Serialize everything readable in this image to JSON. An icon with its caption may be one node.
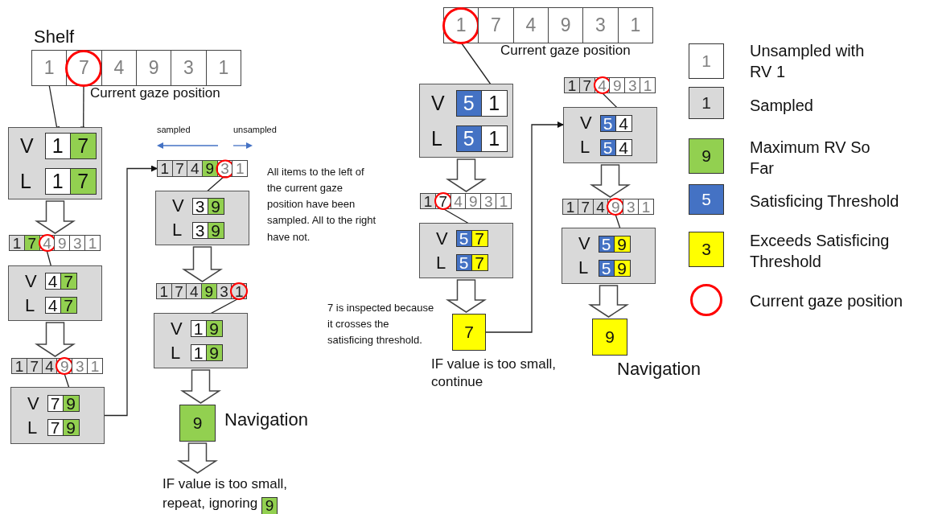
{
  "diagram": {
    "nodes": [
      {
        "text": [],
        "shape": "box"
      },
      {
        "text": [
          "1"
        ],
        "in": 0
      },
      {
        "text": [
          "7"
        ],
        "in": 0
      },
      {
        "text": [
          "4"
        ],
        "in": 0
      },
      {
        "text": [
          "9"
        ],
        "in": 0
      },
      {
        "text": [
          "3"
        ],
        "in": 0
      },
      {
        "text": [
          "1"
        ],
        "in": 0
      },
      {
        "text": [
          "V",
          "L"
        ]
      },
      {
        "text": [
          "1"
        ],
        "in": 7
      },
      {
        "text": [
          "7"
        ],
        "in": 7
      },
      {
        "text": [
          "1"
        ],
        "in": 7
      },
      {
        "text": [
          "7"
        ],
        "in": 7
      },
      {
        "text": [],
        "shape": "box"
      },
      {
        "text": [
          "1"
        ],
        "in": 12
      },
      {
        "text": [
          "7"
        ],
        "in": 12
      },
      {
        "text": [
          "4"
        ],
        "in": 12
      },
      {
        "text": [
          "9"
        ],
        "in": 12
      },
      {
        "text": [
          "3"
        ],
        "in": 12
      },
      {
        "text": [
          "1"
        ],
        "in": 12
      },
      {
        "text": [
          "V",
          "L"
        ]
      },
      {
        "text": [
          "4"
        ],
        "in": 19
      },
      {
        "text": [
          "7"
        ],
        "in": 19
      },
      {
        "text": [
          "4"
        ],
        "in": 19
      },
      {
        "text": [
          "7"
        ],
        "in": 19
      },
      {
        "text": [],
        "shape": "box"
      },
      {
        "text": [
          "1"
        ],
        "in": 24
      },
      {
        "text": [
          "7"
        ],
        "in": 24
      },
      {
        "text": [
          "4"
        ],
        "in": 24
      },
      {
        "text": [
          "9"
        ],
        "in": 24
      },
      {
        "text": [
          "3"
        ],
        "in": 24
      },
      {
        "text": [
          "1"
        ],
        "in": 24
      },
      {
        "text": [
          "V",
          "L"
        ]
      },
      {
        "text": [
          "7"
        ],
        "in": 31
      },
      {
        "text": [
          "9"
        ],
        "in": 31
      },
      {
        "text": [
          "7"
        ],
        "in": 31
      },
      {
        "text": [
          "9"
        ],
        "in": 31
      },
      {
        "text": [],
        "shape": "box"
      },
      {
        "text": [
          "1"
        ],
        "in": 36
      },
      {
        "text": [
          "7"
        ],
        "in": 36
      },
      {
        "text": [
          "4"
        ],
        "in": 36
      },
      {
        "text": [
          "9"
        ],
        "in": 36
      },
      {
        "text": [
          "3"
        ],
        "in": 36
      },
      {
        "text": [
          "1"
        ],
        "in": 36
      },
      {
        "text": [
          "V",
          "L"
        ]
      },
      {
        "text": [
          "3"
        ],
        "in": 43
      },
      {
        "text": [
          "9"
        ],
        "in": 43
      },
      {
        "text": [
          "3"
        ],
        "in": 43
      },
      {
        "text": [
          "9"
        ],
        "in": 43
      },
      {
        "text": [],
        "shape": "box"
      },
      {
        "text": [
          "1"
        ],
        "in": 48
      },
      {
        "text": [
          "7"
        ],
        "in": 48
      },
      {
        "text": [
          "4"
        ],
        "in": 48
      },
      {
        "text": [
          "9"
        ],
        "in": 48
      },
      {
        "text": [
          "3"
        ],
        "in": 48
      },
      {
        "text": [
          "1"
        ],
        "in": 48
      },
      {
        "text": [
          "V",
          "L"
        ]
      },
      {
        "text": [
          "1"
        ],
        "in": 55
      },
      {
        "text": [
          "9"
        ],
        "in": 55
      },
      {
        "text": [
          "1"
        ],
        "in": 55
      },
      {
        "text": [
          "9"
        ],
        "in": 55
      },
      {
        "text": [
          "9"
        ],
        "beside": [
          "Navigation"
        ]
      },
      {
        "text": [
          "IF value is too small, repeat, ignoring"
        ]
      },
      {
        "text": [
          "9"
        ],
        "in": 61
      },
      {
        "text": [],
        "shape": "box"
      },
      {
        "text": [
          "1"
        ],
        "in": 63
      },
      {
        "text": [
          "7"
        ],
        "in": 63
      },
      {
        "text": [
          "4"
        ],
        "in": 63
      },
      {
        "text": [
          "9"
        ],
        "in": 63
      },
      {
        "text": [
          "3"
        ],
        "in": 63
      },
      {
        "text": [
          "1"
        ],
        "in": 63
      },
      {
        "text": [
          "V",
          "L"
        ]
      },
      {
        "text": [
          "5"
        ],
        "in": 70
      },
      {
        "text": [
          "1"
        ],
        "in": 70
      },
      {
        "text": [
          "5"
        ],
        "in": 70
      },
      {
        "text": [
          "1"
        ],
        "in": 70
      },
      {
        "text": [],
        "shape": "box"
      },
      {
        "text": [
          "1"
        ],
        "in": 75
      },
      {
        "text": [
          "7"
        ],
        "in": 75
      },
      {
        "text": [
          "4"
        ],
        "in": 75
      },
      {
        "text": [
          "9"
        ],
        "in": 75
      },
      {
        "text": [
          "3"
        ],
        "in": 75
      },
      {
        "text": [
          "1"
        ],
        "in": 75
      },
      {
        "text": [
          "V",
          "L"
        ]
      },
      {
        "text": [
          "5"
        ],
        "in": 82
      },
      {
        "text": [
          "7"
        ],
        "in": 82
      },
      {
        "text": [
          "5"
        ],
        "in": 82
      },
      {
        "text": [
          "7"
        ],
        "in": 82
      },
      {
        "text": [
          "7"
        ],
        "beside": [
          "IF value is too small, continue"
        ]
      },
      {
        "text": [],
        "shape": "box"
      },
      {
        "text": [
          "1"
        ],
        "in": 88
      },
      {
        "text": [
          "7"
        ],
        "in": 88
      },
      {
        "text": [
          "4"
        ],
        "in": 88
      },
      {
        "text": [
          "9"
        ],
        "in": 88
      },
      {
        "text": [
          "3"
        ],
        "in": 88
      },
      {
        "text": [
          "1"
        ],
        "in": 88
      },
      {
        "text": [
          "V",
          "L"
        ]
      },
      {
        "text": [
          "5"
        ],
        "in": 95
      },
      {
        "text": [
          "4"
        ],
        "in": 95
      },
      {
        "text": [
          "5"
        ],
        "in": 95
      },
      {
        "text": [
          "4"
        ],
        "in": 95
      },
      {
        "text": [],
        "shape": "box"
      },
      {
        "text": [
          "1"
        ],
        "in": 100
      },
      {
        "text": [
          "7"
        ],
        "in": 100
      },
      {
        "text": [
          "4"
        ],
        "in": 100
      },
      {
        "text": [
          "9"
        ],
        "in": 100
      },
      {
        "text": [
          "3"
        ],
        "in": 100
      },
      {
        "text": [
          "1"
        ],
        "in": 100
      },
      {
        "text": [
          "V",
          "L"
        ]
      },
      {
        "text": [
          "5"
        ],
        "in": 107
      },
      {
        "text": [
          "9"
        ],
        "in": 107
      },
      {
        "text": [
          "5"
        ],
        "in": 107
      },
      {
        "text": [
          "9"
        ],
        "in": 107
      },
      {
        "text": [
          "9"
        ],
        "beside": [
          "Navigation"
        ]
      },
      {
        "text": [
          "1"
        ],
        "beside": [
          "Unsampled with RV 1"
        ]
      },
      {
        "text": [
          "1"
        ],
        "beside": [
          "Sampled"
        ]
      },
      {
        "text": [
          "9"
        ],
        "beside": [
          "Maximum RV So Far"
        ]
      },
      {
        "text": [
          "5"
        ],
        "beside": [
          "Satisficing Threshold"
        ]
      },
      {
        "text": [
          "3"
        ],
        "beside": [
          "Exceeds Satisficing Threshold"
        ]
      },
      {
        "text": [],
        "shape": "circle",
        "beside": [
          "Current gaze position"
        ]
      }
    ],
    "edges": [
      {
        "from": 1,
        "to": 8,
        "arrow": "to"
      },
      {
        "from": 2,
        "to": 9,
        "arrow": "to"
      },
      {
        "from": 7,
        "to": 12,
        "arrow": "to",
        "style": "thick"
      },
      {
        "from": 15,
        "to": 20,
        "arrow": "to"
      },
      {
        "from": 19,
        "to": 24,
        "arrow": "to",
        "style": "thick"
      },
      {
        "from": 28,
        "to": 33,
        "arrow": "to"
      },
      {
        "from": 31,
        "to": 36,
        "arrow": "to"
      },
      {
        "from": 41,
        "to": 44,
        "arrow": "to"
      },
      {
        "from": 43,
        "to": 48,
        "arrow": "to",
        "style": "thick"
      },
      {
        "from": 54,
        "to": 56,
        "arrow": "to"
      },
      {
        "from": 55,
        "to": 60,
        "arrow": "to",
        "style": "thick"
      },
      {
        "from": 60,
        "to": 61,
        "arrow": "to",
        "style": "thick"
      },
      {
        "from": 64,
        "to": 72,
        "arrow": "to"
      },
      {
        "from": 70,
        "to": 75,
        "arrow": "to",
        "style": "thick"
      },
      {
        "from": 77,
        "to": 84,
        "arrow": "to"
      },
      {
        "from": 82,
        "to": 87,
        "arrow": "to",
        "style": "thick"
      },
      {
        "from": 87,
        "to": 95,
        "arrow": "to"
      },
      {
        "from": 91,
        "to": 97,
        "arrow": "to"
      },
      {
        "from": 95,
        "to": 100,
        "arrow": "to",
        "style": "thick"
      },
      {
        "from": 104,
        "to": 109,
        "arrow": "to"
      },
      {
        "from": 107,
        "to": 112,
        "arrow": "to",
        "style": "thick"
      }
    ],
    "labels": [
      "Shelf",
      "Current gaze position",
      "sampled",
      "unsampled",
      "All items to the left of the current gaze position have been sampled. All to the right have not.",
      "Current gaze position",
      "7 is inspected because it crosses the satisficing threshold."
    ]
  }
}
